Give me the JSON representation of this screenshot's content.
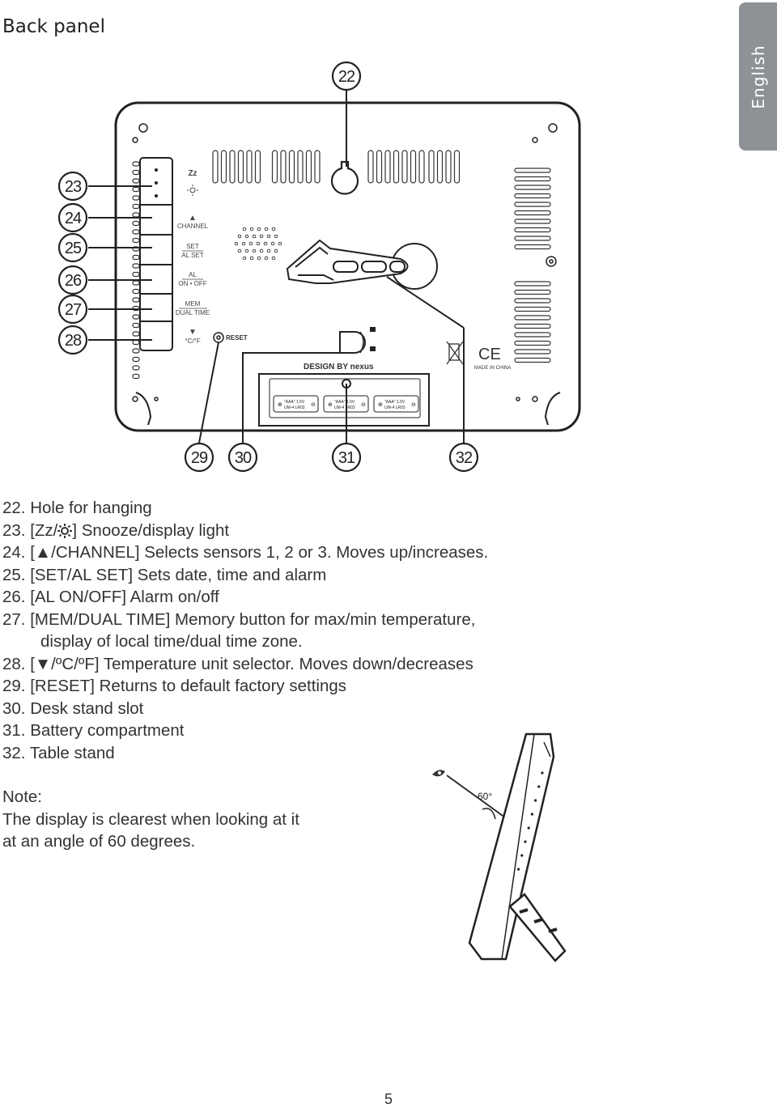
{
  "header": {
    "title": "Back panel",
    "language_tab": "English"
  },
  "diagram": {
    "callouts": [
      "22",
      "23",
      "24",
      "25",
      "26",
      "27",
      "28",
      "29",
      "30",
      "31",
      "32"
    ],
    "button_labels": {
      "snooze": "Zz",
      "channel": "CHANNEL",
      "set": "SET",
      "al_set": "AL SET",
      "al": "AL",
      "on_off": "ON • OFF",
      "mem": "MEM",
      "dual_time": "DUAL TIME",
      "temp_unit": "°C/°F"
    },
    "reset_label": "RESET",
    "brand": "DESIGN BY nexus",
    "made_in": "MADE IN CHINA",
    "ce_mark": "CE",
    "battery": {
      "type": "\"AAA\" 1.5V",
      "model": "UM-4  LR03",
      "plus": "⊕",
      "minus": "⊖"
    },
    "angle_label": "60°"
  },
  "items": [
    {
      "text": "22. Hole for hanging"
    },
    {
      "text_pre": "23. [Zz/",
      "icon": "sun-icon",
      "text_post": "] Snooze/display light"
    },
    {
      "text": "24. [▲/CHANNEL] Selects sensors 1, 2 or 3. Moves up/increases."
    },
    {
      "text": "25. [SET/AL SET] Sets date, time and alarm"
    },
    {
      "text": "26. [AL ON/OFF] Alarm on/off"
    },
    {
      "text": "27. [MEM/DUAL TIME] Memory button for max/min temperature,"
    },
    {
      "text": "display of local time/dual time zone."
    },
    {
      "text": "28. [▼/ºC/ºF] Temperature unit selector. Moves down/decreases"
    },
    {
      "text": "29. [RESET] Returns to default factory settings"
    },
    {
      "text": "30. Desk stand slot"
    },
    {
      "text": "31. Battery compartment"
    },
    {
      "text": "32. Table stand"
    }
  ],
  "note": {
    "title": "Note:",
    "line1": "The display is clearest when looking at it",
    "line2": "at an angle of 60 degrees."
  },
  "page_number": "5"
}
